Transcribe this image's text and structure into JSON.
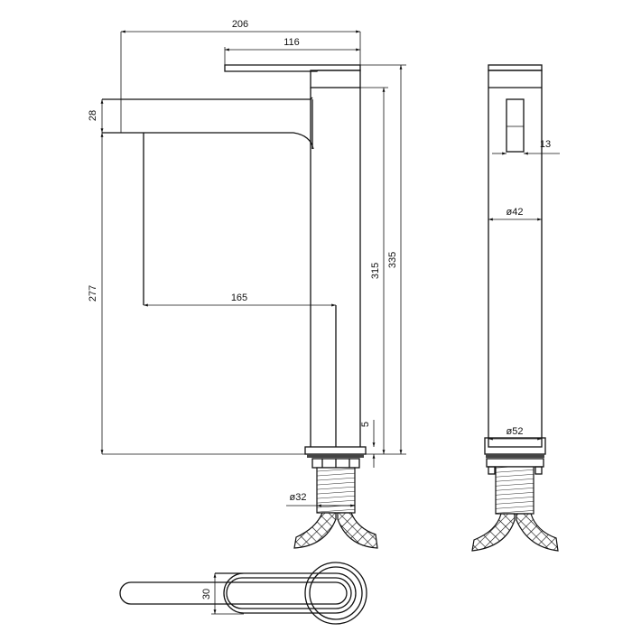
{
  "drawing": {
    "front_view": {
      "overall_width": "206",
      "handle_length": "116",
      "spout_height": "28",
      "spout_clearance": "277",
      "spout_reach": "165",
      "body_height": "315",
      "overall_height": "335",
      "base_thickness": "5",
      "thread_diameter": "ø32"
    },
    "side_view": {
      "slot_width": "13",
      "body_diameter": "ø42",
      "base_diameter": "ø52"
    },
    "top_view": {
      "lever_width": "30"
    },
    "line_color": "#111111"
  }
}
